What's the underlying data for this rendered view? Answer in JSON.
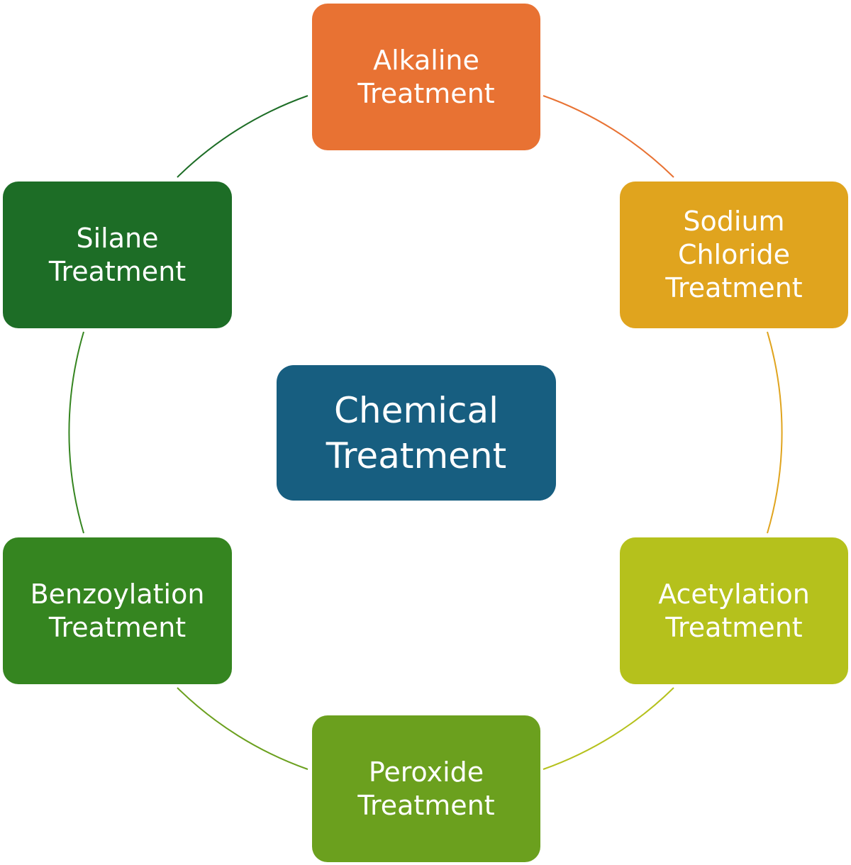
{
  "center": {
    "label": "Chemical\nTreatment",
    "color": "#175e80"
  },
  "nodes": [
    {
      "key": "alkaline",
      "label": "Alkaline\nTreatment",
      "color": "#e87233"
    },
    {
      "key": "sodium",
      "label": "Sodium\nChloride\nTreatment",
      "color": "#e0a41e"
    },
    {
      "key": "acetyl",
      "label": "Acetylation\nTreatment",
      "color": "#b5c11c"
    },
    {
      "key": "peroxide",
      "label": "Peroxide\nTreatment",
      "color": "#6ba01e"
    },
    {
      "key": "benzoyl",
      "label": "Benzoylation\nTreatment",
      "color": "#358520"
    },
    {
      "key": "silane",
      "label": "Silane\nTreatment",
      "color": "#1d6d26"
    }
  ],
  "connector_colors": [
    "#e87233",
    "#e0a41e",
    "#b5c11c",
    "#6ba01e",
    "#358520",
    "#1d6d26"
  ]
}
